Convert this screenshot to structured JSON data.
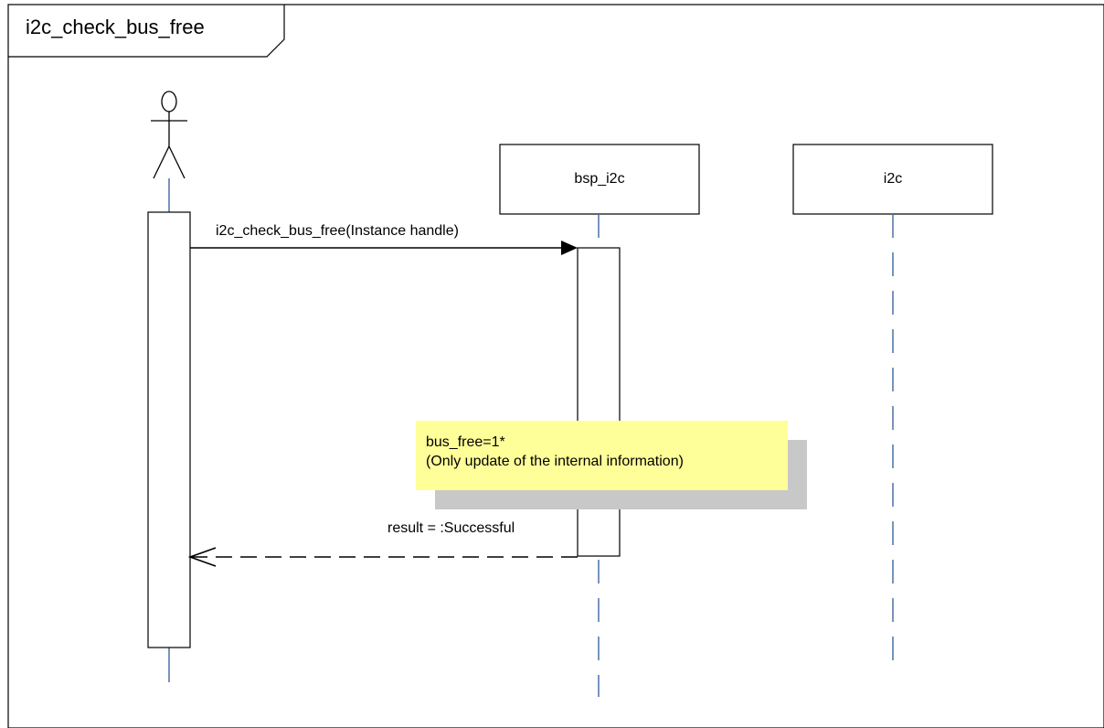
{
  "diagram": {
    "title": "i2c_check_bus_free",
    "lifelines": [
      {
        "id": "actor",
        "kind": "actor",
        "label": ""
      },
      {
        "id": "bsp_i2c",
        "kind": "object",
        "label": "bsp_i2c"
      },
      {
        "id": "i2c",
        "kind": "object",
        "label": "i2c"
      }
    ],
    "messages": [
      {
        "from": "actor",
        "to": "bsp_i2c",
        "kind": "synchronous-call",
        "label": "i2c_check_bus_free(Instance handle)"
      },
      {
        "from": "bsp_i2c",
        "to": "actor",
        "kind": "return",
        "label": "result = :Successful"
      }
    ],
    "note": {
      "lines": [
        "bus_free=1*",
        "(Only update of the internal information)"
      ],
      "fill_color": "#ffff99",
      "shadow_color": "#c8c8c8"
    },
    "colors": {
      "lifeline": "#4a70a8",
      "border": "#000000"
    }
  }
}
